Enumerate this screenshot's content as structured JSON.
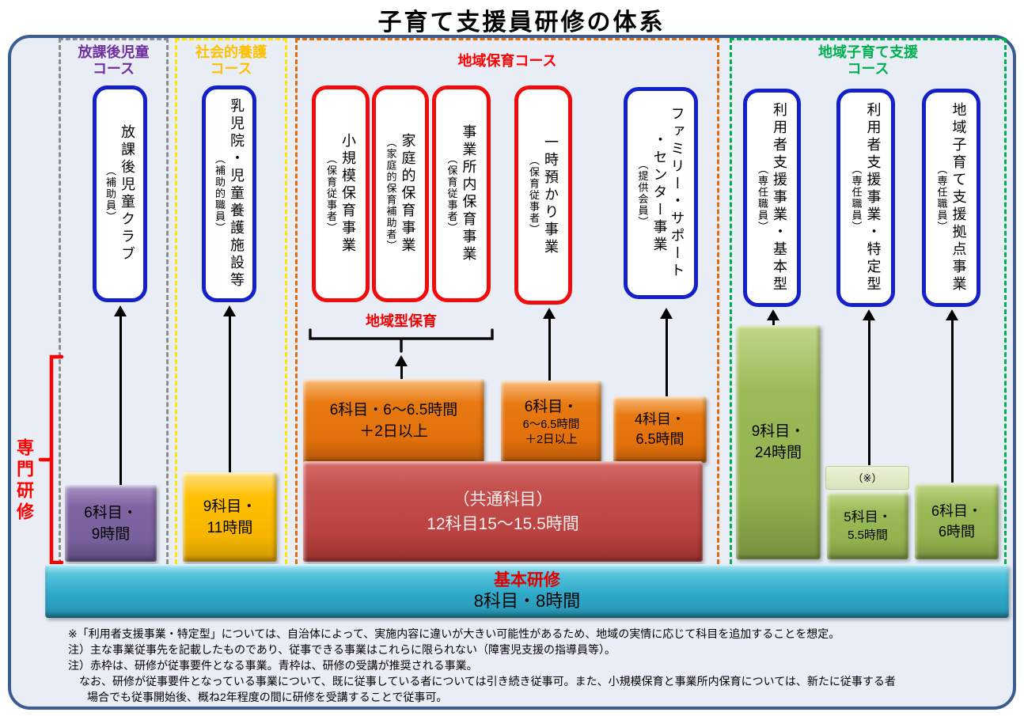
{
  "title": "子育て支援員研修の体系",
  "sections": {
    "after_school": {
      "label": "放課後児童\nコース"
    },
    "social_care": {
      "label": "社会的養護\nコース"
    },
    "regional_childcare": {
      "label": "地域保育コース"
    },
    "regional_support": {
      "label": "地域子育て支援\nコース"
    }
  },
  "program_boxes": [
    {
      "name": "放課後児童クラブ",
      "role": "（補助員）",
      "frame": "blue"
    },
    {
      "name": "乳児院・児童養護施設等",
      "role": "（補助的職員）",
      "frame": "blue"
    },
    {
      "name": "小規模保育事業",
      "role": "（保育従事者）",
      "frame": "red"
    },
    {
      "name": "家庭的保育事業",
      "role": "（家庭的保育補助者）",
      "frame": "red"
    },
    {
      "name": "事業所内保育事業",
      "role": "（保育従事者）",
      "frame": "red"
    },
    {
      "name": "一時預かり事業",
      "role": "（保育従事者）",
      "frame": "red"
    },
    {
      "name": "ファミリー・サポート\n・センター事業",
      "role": "（提供会員）",
      "frame": "blue"
    },
    {
      "name": "利用者支援事業・基本型",
      "role": "（専任職員）",
      "frame": "blue"
    },
    {
      "name": "利用者支援事業・特定型",
      "role": "（専任職員）",
      "frame": "blue"
    },
    {
      "name": "地域子育て支援拠点事業",
      "role": "（専任職員）",
      "frame": "blue"
    }
  ],
  "bracket_label": "地域型保育",
  "specialized_training_label": "専門研修",
  "training_boxes": {
    "after_school": {
      "text": "6科目・\n9時間"
    },
    "social_care": {
      "text": "9科目・\n11時間"
    },
    "regional_type": {
      "text": "6科目・6～6.5時間\n＋2日以上"
    },
    "temporary": {
      "line1": "6科目・",
      "line2": "6～6.5時間\n＋2日以上"
    },
    "family_support": {
      "text": "4科目・\n6.5時間"
    },
    "common": {
      "text": "（共通科目）\n12科目15～15.5時間"
    },
    "support_basic": {
      "text": "9科目・\n24時間"
    },
    "note_mark": {
      "text": "（※）"
    },
    "support_specific": {
      "line1": "5科目・",
      "line2": "5.5時間"
    },
    "community_base": {
      "text": "6科目・\n6時間"
    }
  },
  "basic_training": {
    "title": "基本研修",
    "hours": "8科目・8時間"
  },
  "notes": {
    "line1": "※「利用者支援事業・特定型」については、自治体によって、実施内容に違いが大きい可能性があるため、地域の実情に応じて科目を追加することを想定。",
    "line2": "注）主な事業従事先を記載したものであり、従事できる事業はこれらに限られない（障害児支援の指導員等）。",
    "line3": "注）赤枠は、研修が従事要件となる事業。青枠は、研修の受講が推奨される事業。",
    "line4": "なお、研修が従事要件となっている事業について、既に従事している者については引き続き従事可。また、小規模保育と事業所内保育については、新たに従事する者",
    "line5": "場合でも従事開始後、概ね2年程度の間に研修を受講することで従事可。"
  },
  "colors": {
    "container_border": "#3a5c90",
    "background": "#e9edf6",
    "red_frame": "#f00c0c",
    "blue_frame": "#1421c8",
    "header_purple": "#7030a0",
    "header_gold": "#ffc000",
    "header_red": "#ff0000",
    "header_green": "#00b050",
    "box_purple": "#8064a2",
    "box_yellow": "#ffc000",
    "box_orange": "#e36c09",
    "box_dark_red": "#c0504d",
    "box_green": "#9bbb59",
    "box_light_green": "#d7e4ba",
    "basic_bar_cyan": "#2fa9c9",
    "specialized_label_red": "#ff0000"
  }
}
